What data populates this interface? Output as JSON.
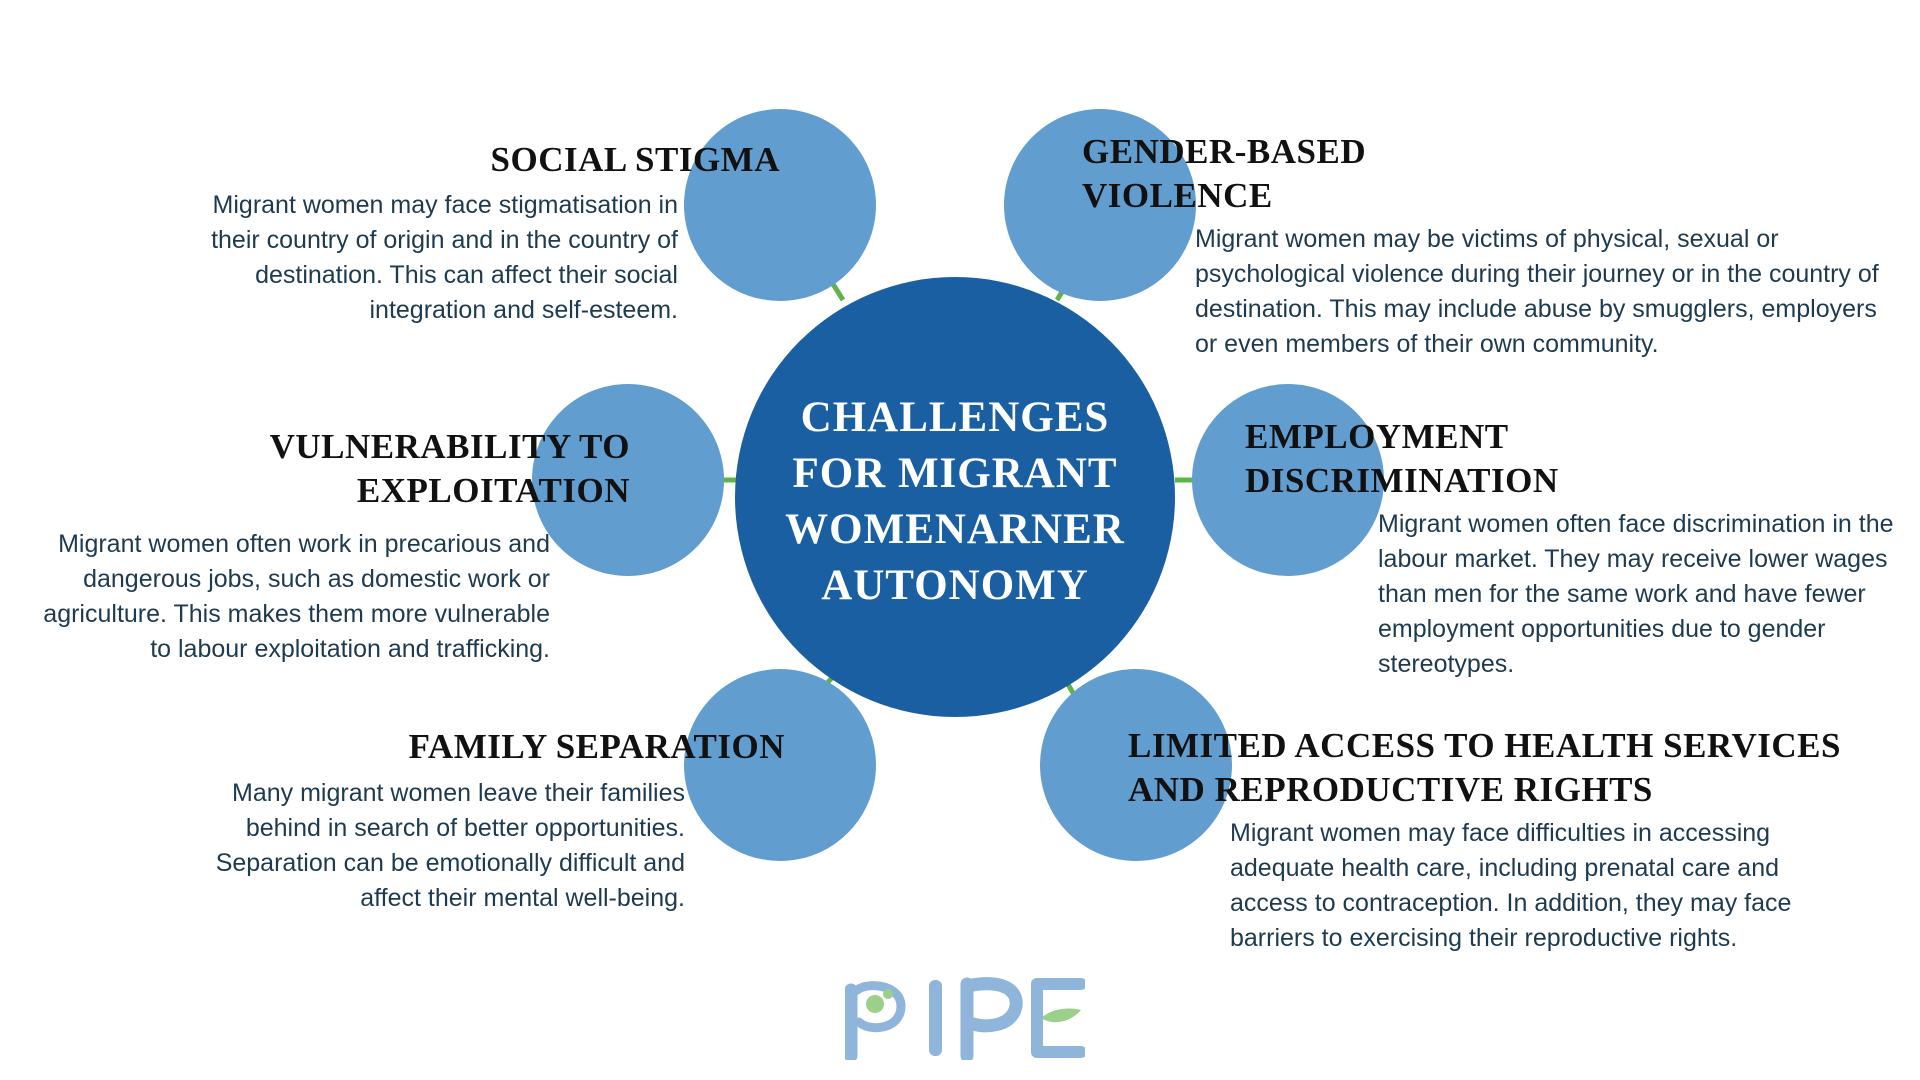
{
  "center": {
    "title_lines": [
      "CHALLENGES",
      "FOR MIGRANT",
      "WOMENARNER",
      "AUTONOMY"
    ]
  },
  "challenges": [
    {
      "heading_lines": [
        "SOCIAL STIGMA"
      ],
      "description": "Migrant women may face stigmatisation in their country of origin and in the country of destination. This can affect their social integration and self-esteem."
    },
    {
      "heading_lines": [
        "GENDER-BASED",
        "VIOLENCE"
      ],
      "description": "Migrant women may be victims of physical, sexual or psychological violence during their journey or in the country of destination. This may include abuse by smugglers, employers or even members of their own community."
    },
    {
      "heading_lines": [
        "VULNERABILITY TO",
        "EXPLOITATION"
      ],
      "description": "Migrant women often work in precarious and dangerous jobs, such as domestic work or agriculture. This makes them more vulnerable to labour exploitation and trafficking."
    },
    {
      "heading_lines": [
        "EMPLOYMENT",
        "DISCRIMINATION"
      ],
      "description": "Migrant women often face discrimination in the labour market. They may receive lower wages than men for the same work and have fewer employment opportunities due to gender stereotypes."
    },
    {
      "heading_lines": [
        "FAMILY SEPARATION"
      ],
      "description": "Many migrant women leave their families behind in search of better opportunities. Separation can be emotionally difficult and affect their mental well-being."
    },
    {
      "heading_lines": [
        "LIMITED ACCESS TO HEALTH SERVICES",
        "AND REPRODUCTIVE RIGHTS"
      ],
      "description": "Migrant women may face difficulties in accessing adequate health care, including prenatal care and access to contraception. In addition, they may face barriers to exercising their reproductive rights."
    }
  ],
  "colors": {
    "center_circle": "#1b5fa3",
    "outer_circle": "#629dd0",
    "connector": "#5fb348",
    "heading_text": "#111111",
    "body_text": "#1e3a4f",
    "logo_blue": "#8fb5da",
    "logo_green": "#9ccf8a"
  },
  "logo": {
    "name": "pipe-logo",
    "text": "PIPE"
  }
}
